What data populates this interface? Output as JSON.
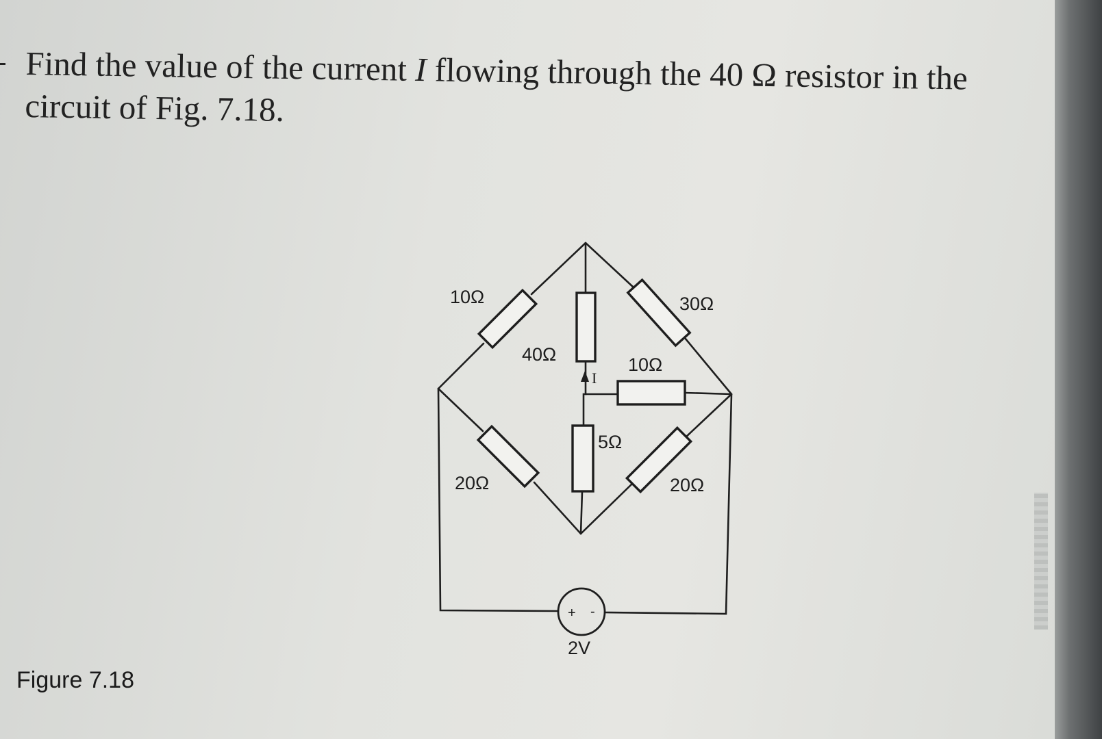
{
  "question": {
    "text_before": "Find the value of the current ",
    "variable": "I",
    "text_after": " flowing through the 40 Ω resistor in the circuit of Fig. 7.18."
  },
  "figure_caption": "Figure 7.18",
  "circuit": {
    "resistors": {
      "top_left": "10Ω",
      "top_right": "30Ω",
      "center_upper": "40Ω",
      "center_horizontal": "10Ω",
      "center_lower": "5Ω",
      "bottom_left": "20Ω",
      "bottom_right": "20Ω"
    },
    "current_label": "I",
    "source": {
      "label": "2V",
      "plus": "+",
      "minus": "-"
    }
  }
}
